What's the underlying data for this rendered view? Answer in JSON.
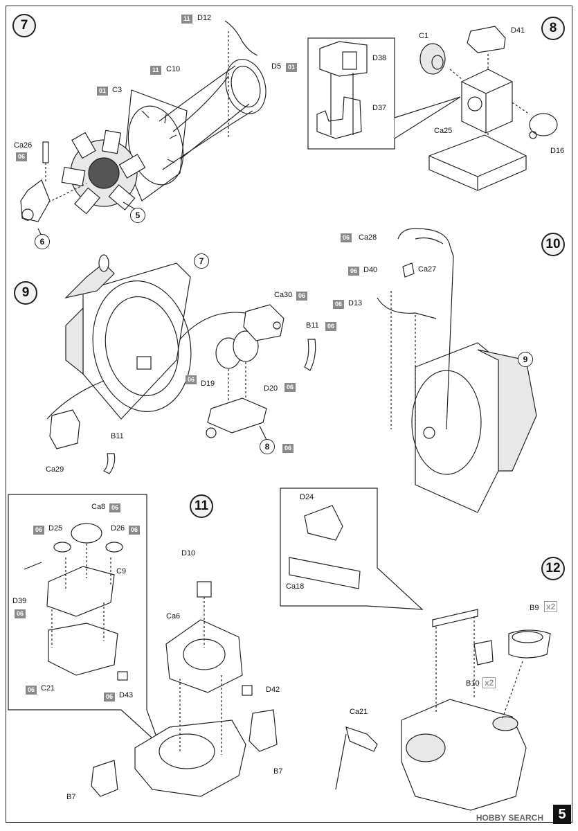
{
  "page_number": "5",
  "watermark": "HOBBY SEARCH",
  "steps": {
    "s7": "7",
    "s8": "8",
    "s9": "9",
    "s10": "10",
    "s11": "11",
    "s12": "12"
  },
  "subrefs": {
    "r5": "5",
    "r6": "6",
    "r7": "7",
    "r8": "8",
    "r9": "9"
  },
  "sprues": {
    "s01": "01",
    "s06": "06",
    "s11": "11"
  },
  "labels": {
    "D12": "D12",
    "C10": "C10",
    "C3": "C3",
    "D5": "D5",
    "Ca26": "Ca26",
    "C1": "C1",
    "D41": "D41",
    "D38": "D38",
    "D37": "D37",
    "Ca25": "Ca25",
    "D16": "D16",
    "Ca30": "Ca30",
    "B11": "B11",
    "D19": "D19",
    "D20": "D20",
    "Ca29": "Ca29",
    "Ca28": "Ca28",
    "D40": "D40",
    "Ca27": "Ca27",
    "D13": "D13",
    "Ca8": "Ca8",
    "D25": "D25",
    "D26": "D26",
    "C9": "C9",
    "D39": "D39",
    "C21": "C21",
    "D43": "D43",
    "D10": "D10",
    "Ca6": "Ca6",
    "D42": "D42",
    "B7": "B7",
    "D24": "D24",
    "Ca18": "Ca18",
    "B9": "B9",
    "B10": "B10",
    "Ca21": "Ca21"
  },
  "multipliers": {
    "x2": "x2"
  }
}
